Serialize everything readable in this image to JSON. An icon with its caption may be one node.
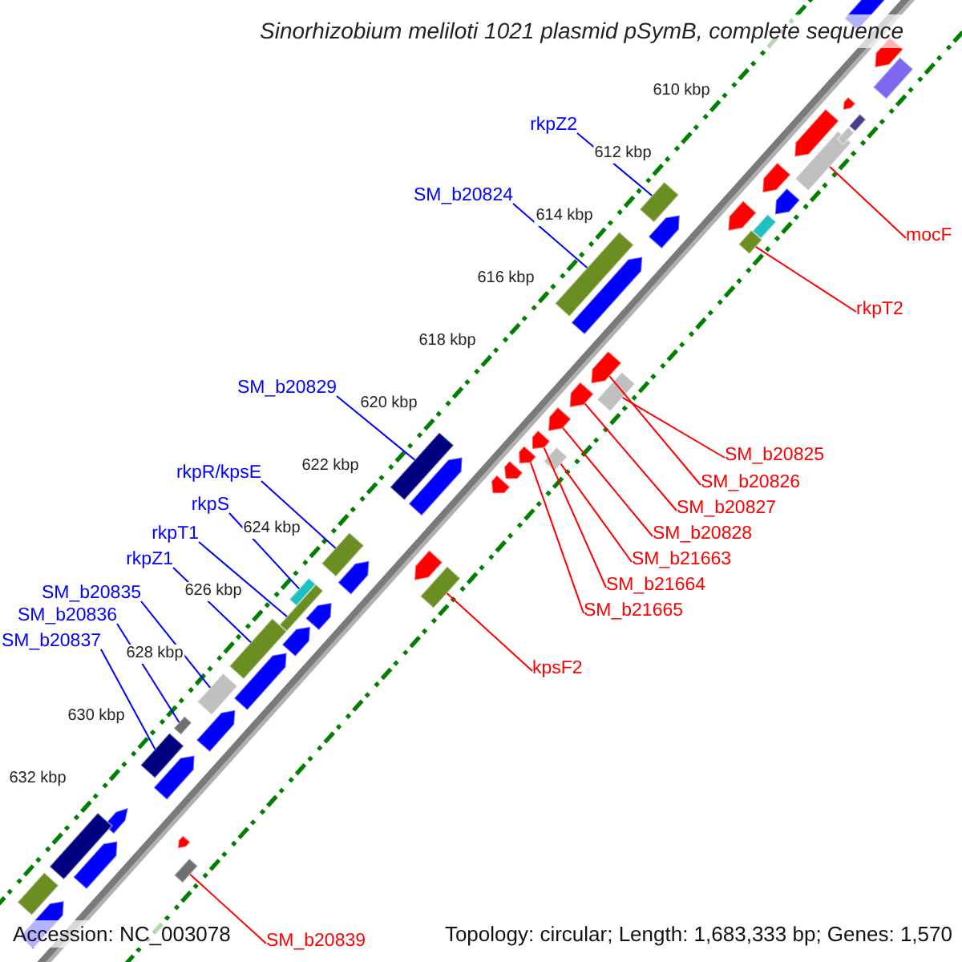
{
  "diagram": {
    "title": "Sinorhizobium meliloti 1021 plasmid pSymB, complete sequence",
    "nodes": [
      {
        "text": [
          "rkpZ2"
        ]
      },
      {
        "text": [
          "SM_b20824"
        ]
      },
      {
        "text": [
          "SM_b20829"
        ]
      },
      {
        "text": [
          "rkpR/kpsE"
        ]
      },
      {
        "text": [
          "rkpS"
        ]
      },
      {
        "text": [
          "rkpT1"
        ]
      },
      {
        "text": [
          "rkpZ1"
        ]
      },
      {
        "text": [
          "SM_b20835"
        ]
      },
      {
        "text": [
          "SM_b20836"
        ]
      },
      {
        "text": [
          "SM_b20837"
        ]
      },
      {
        "text": [
          "mocF"
        ]
      },
      {
        "text": [
          "rkpT2"
        ]
      },
      {
        "text": [
          "SM_b20825"
        ]
      },
      {
        "text": [
          "SM_b20826"
        ]
      },
      {
        "text": [
          "SM_b20827"
        ]
      },
      {
        "text": [
          "SM_b20828"
        ]
      },
      {
        "text": [
          "SM_b21663"
        ]
      },
      {
        "text": [
          "SM_b21664"
        ]
      },
      {
        "text": [
          "SM_b21665"
        ]
      },
      {
        "text": [
          "kpsF2"
        ]
      },
      {
        "text": [
          "SM_b20839"
        ]
      },
      {
        "text": [],
        "shape": "bar"
      },
      {
        "text": [],
        "shape": "bar"
      },
      {
        "text": [],
        "shape": "bar"
      },
      {
        "text": [],
        "shape": "bar"
      },
      {
        "text": [],
        "shape": "bar"
      },
      {
        "text": [],
        "shape": "bar"
      },
      {
        "text": [],
        "shape": "bar"
      },
      {
        "text": [],
        "shape": "bar"
      },
      {
        "text": [],
        "shape": "bar"
      },
      {
        "text": [],
        "shape": "bar"
      },
      {
        "text": [],
        "shape": "bar"
      },
      {
        "text": [],
        "shape": "bar"
      },
      {
        "text": [],
        "shape": "bar"
      },
      {
        "text": [],
        "shape": "arrow"
      },
      {
        "text": [],
        "shape": "arrow"
      },
      {
        "text": [],
        "shape": "arrow"
      },
      {
        "text": [],
        "shape": "bar"
      },
      {
        "text": [],
        "shape": "arrow"
      },
      {
        "text": [],
        "shape": "arrow"
      },
      {
        "text": [],
        "shape": "bar"
      },
      {
        "text": [],
        "shape": "bar"
      },
      {
        "text": [],
        "shape": "arrow"
      },
      {
        "text": [],
        "shape": "arrow"
      },
      {
        "text": [],
        "shape": "arrow"
      },
      {
        "text": [],
        "shape": "arrow"
      },
      {
        "text": [],
        "shape": "arrow"
      },
      {
        "text": [],
        "shape": "arrow"
      },
      {
        "text": [],
        "shape": "arrow"
      },
      {
        "text": [],
        "shape": "arrow"
      },
      {
        "text": [],
        "shape": "arrow"
      },
      {
        "text": [],
        "shape": "arrow"
      },
      {
        "text": [],
        "shape": "arrow"
      },
      {
        "text": [],
        "shape": "arrow"
      },
      {
        "text": [],
        "shape": "arrow"
      },
      {
        "text": [],
        "shape": "bar"
      },
      {
        "text": [],
        "shape": "bar"
      },
      {
        "text": [],
        "shape": "arrow"
      },
      {
        "text": [],
        "shape": "arrow"
      },
      {
        "text": [],
        "shape": "arrow"
      },
      {
        "text": [],
        "shape": "arrow"
      },
      {
        "text": [],
        "shape": "arrow"
      },
      {
        "text": [],
        "shape": "arrow"
      },
      {
        "text": [],
        "shape": "arrow"
      },
      {
        "text": [],
        "shape": "arrow"
      },
      {
        "text": [],
        "shape": "arrow"
      },
      {
        "text": [],
        "shape": "bar"
      },
      {
        "text": [],
        "shape": "bar"
      },
      {
        "text": [],
        "shape": "bar"
      },
      {
        "text": [],
        "shape": "arrow"
      },
      {
        "text": [],
        "shape": "bar"
      }
    ],
    "edges": [
      {
        "from": 0,
        "to": 21,
        "arrow": "none",
        "color": "#0000ff"
      },
      {
        "from": 1,
        "to": 22,
        "arrow": "none",
        "color": "#0000ff"
      },
      {
        "from": 2,
        "to": 23,
        "arrow": "none",
        "color": "#0000ff"
      },
      {
        "from": 3,
        "to": 24,
        "arrow": "none",
        "color": "#0000ff"
      },
      {
        "from": 4,
        "to": 25,
        "arrow": "none",
        "color": "#0000ff"
      },
      {
        "from": 5,
        "to": 26,
        "arrow": "none",
        "color": "#0000ff"
      },
      {
        "from": 6,
        "to": 27,
        "arrow": "none",
        "color": "#0000ff"
      },
      {
        "from": 7,
        "to": 28,
        "arrow": "none",
        "color": "#0000ff"
      },
      {
        "from": 8,
        "to": 29,
        "arrow": "none",
        "color": "#0000ff"
      },
      {
        "from": 9,
        "to": 30,
        "arrow": "none",
        "color": "#0000ff"
      },
      {
        "from": 10,
        "to": 31,
        "arrow": "none"
      },
      {
        "from": 11,
        "to": 32,
        "arrow": "none"
      },
      {
        "from": 12,
        "to": 33,
        "arrow": "none"
      },
      {
        "from": 13,
        "to": 34,
        "arrow": "none"
      },
      {
        "from": 14,
        "to": 35,
        "arrow": "none"
      },
      {
        "from": 15,
        "to": 36,
        "arrow": "none"
      },
      {
        "from": 16,
        "to": 37,
        "arrow": "none"
      },
      {
        "from": 17,
        "to": 38,
        "arrow": "none"
      },
      {
        "from": 18,
        "to": 39,
        "arrow": "none"
      },
      {
        "from": 19,
        "to": 40,
        "arrow": "none"
      },
      {
        "from": 20,
        "to": 41,
        "arrow": "none"
      }
    ],
    "labels": [
      "610 kbp",
      "612 kbp",
      "614 kbp",
      "616 kbp",
      "618 kbp",
      "620 kbp",
      "622 kbp",
      "624 kbp",
      "626 kbp",
      "628 kbp",
      "630 kbp",
      "632 kbp",
      "Accession: NC_003078",
      "Topology: circular; Length: 1,683,333 bp; Genes: 1,570"
    ]
  }
}
